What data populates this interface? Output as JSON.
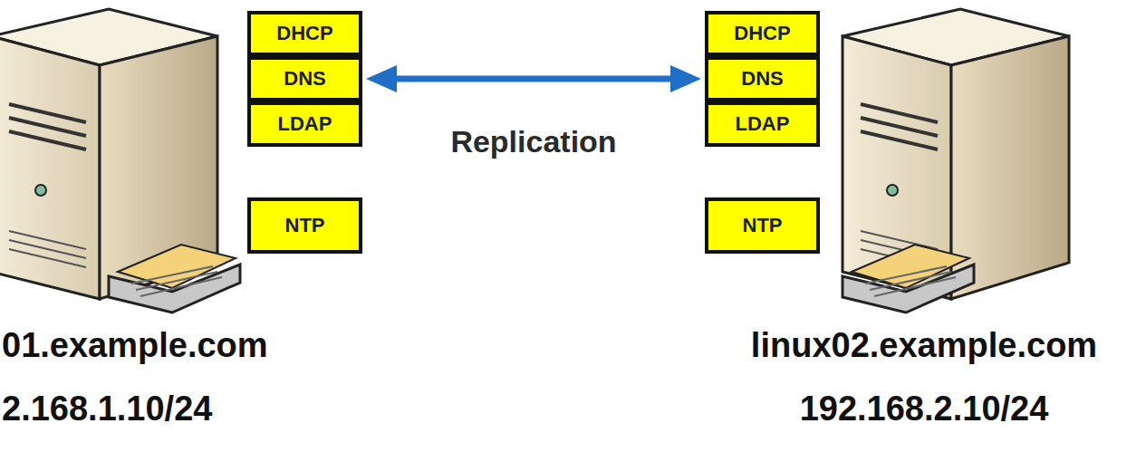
{
  "diagram": {
    "nodes": [
      {
        "text": [
          "DHCP"
        ]
      },
      {
        "text": [
          "DNS"
        ]
      },
      {
        "text": [
          "LDAP"
        ]
      },
      {
        "text": [
          "NTP"
        ]
      },
      {
        "text": [
          "DHCP"
        ]
      },
      {
        "text": [
          "DNS"
        ]
      },
      {
        "text": [
          "LDAP"
        ]
      },
      {
        "text": [
          "NTP"
        ]
      }
    ],
    "edges": [
      {
        "from": 1,
        "to": 5,
        "arrow": "both",
        "label": "Replication"
      }
    ],
    "labels": [
      "01.example.com",
      "2.168.1.10/24",
      "linux02.example.com",
      "192.168.2.10/24"
    ]
  }
}
